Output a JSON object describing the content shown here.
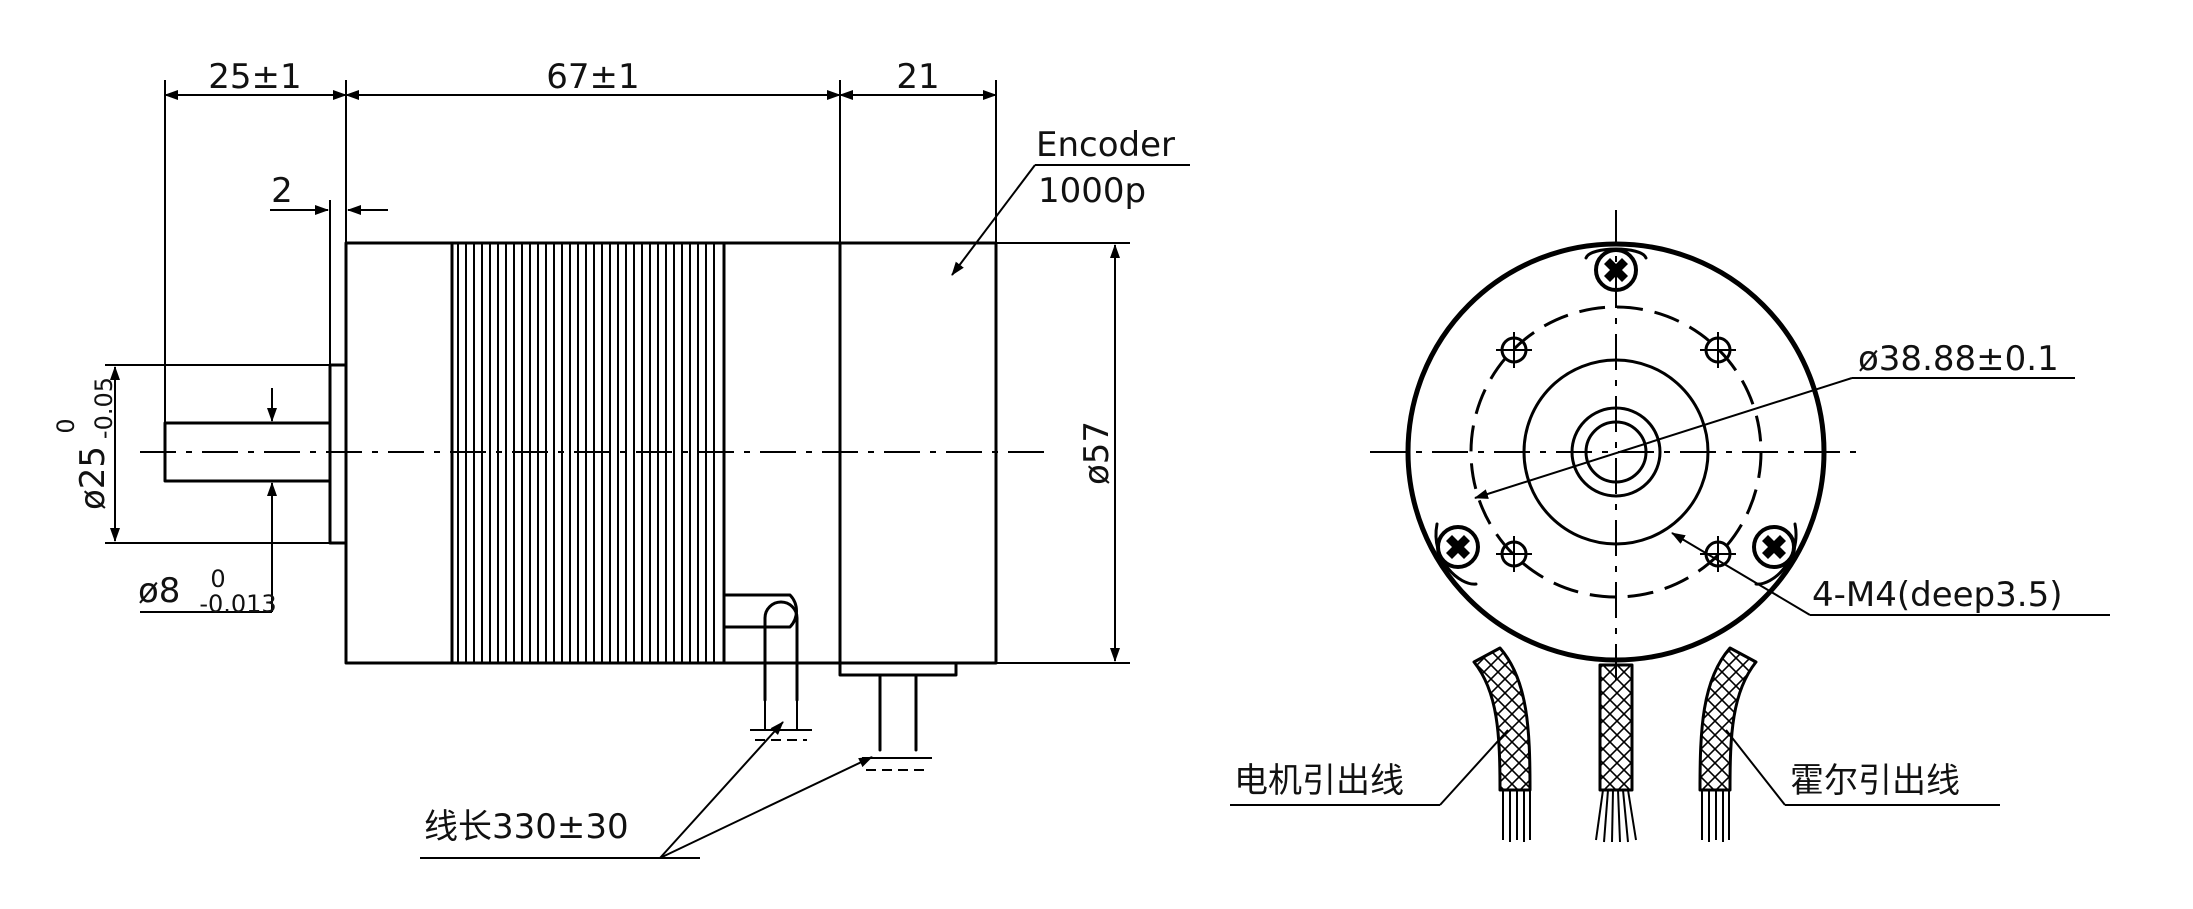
{
  "side_view": {
    "dim_shaft_length": "25±1",
    "dim_motor_body": "67±1",
    "dim_encoder_length": "21",
    "dim_flange_gap": "2",
    "encoder_label": "Encoder",
    "encoder_resolution": "1000p",
    "diameter_body": "ø57",
    "diameter_pilot": "ø25",
    "pilot_tol_upper": "0",
    "pilot_tol_lower": "-0.05",
    "diameter_shaft": "ø8",
    "shaft_tol_upper": "0",
    "shaft_tol_lower": "-0.013",
    "cable_length": "线长330±30"
  },
  "front_view": {
    "bolt_circle": "ø38.88±0.1",
    "mount_holes": "4-M4(deep3.5)",
    "motor_leads": "电机引出线",
    "hall_leads": "霍尔引出线"
  }
}
